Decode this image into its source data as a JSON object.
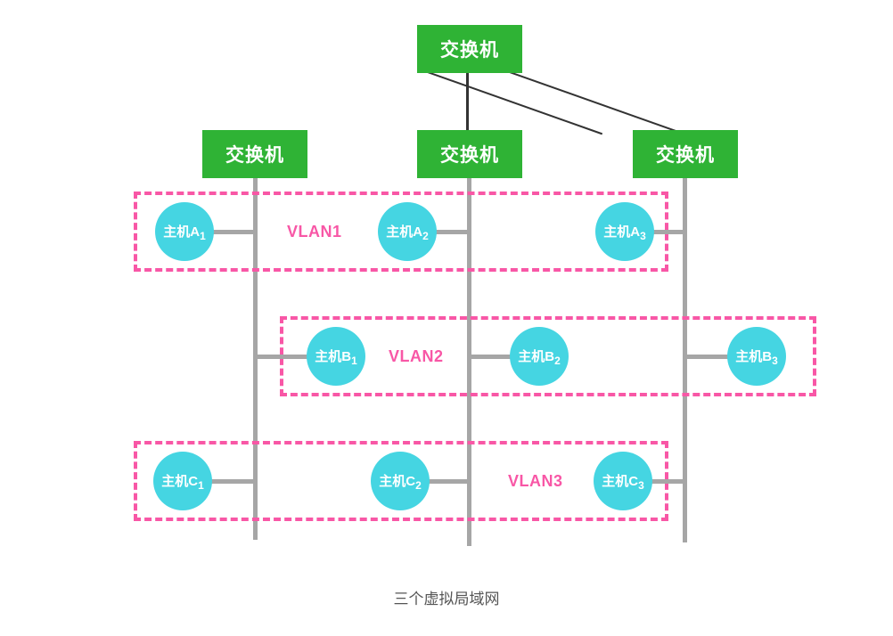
{
  "caption": "三个虚拟局域网",
  "colors": {
    "switch_green": "#2fb335",
    "host_cyan": "#45d5e2",
    "vlan_pink": "#f857a6",
    "trunk_gray": "#a6a6a6",
    "uplink_dark": "#333333",
    "caption_gray": "#555555",
    "background": "#ffffff"
  },
  "switches": {
    "root": {
      "label": "交换机"
    },
    "left": {
      "label": "交换机"
    },
    "middle": {
      "label": "交换机"
    },
    "right": {
      "label": "交换机"
    }
  },
  "vlans": [
    {
      "label": "VLAN1",
      "hosts": [
        {
          "base": "主机A",
          "sub": "1"
        },
        {
          "base": "主机A",
          "sub": "2"
        },
        {
          "base": "主机A",
          "sub": "3"
        }
      ]
    },
    {
      "label": "VLAN2",
      "hosts": [
        {
          "base": "主机B",
          "sub": "1"
        },
        {
          "base": "主机B",
          "sub": "2"
        },
        {
          "base": "主机B",
          "sub": "3"
        }
      ]
    },
    {
      "label": "VLAN3",
      "hosts": [
        {
          "base": "主机C",
          "sub": "1"
        },
        {
          "base": "主机C",
          "sub": "2"
        },
        {
          "base": "主机C",
          "sub": "3"
        }
      ]
    }
  ]
}
